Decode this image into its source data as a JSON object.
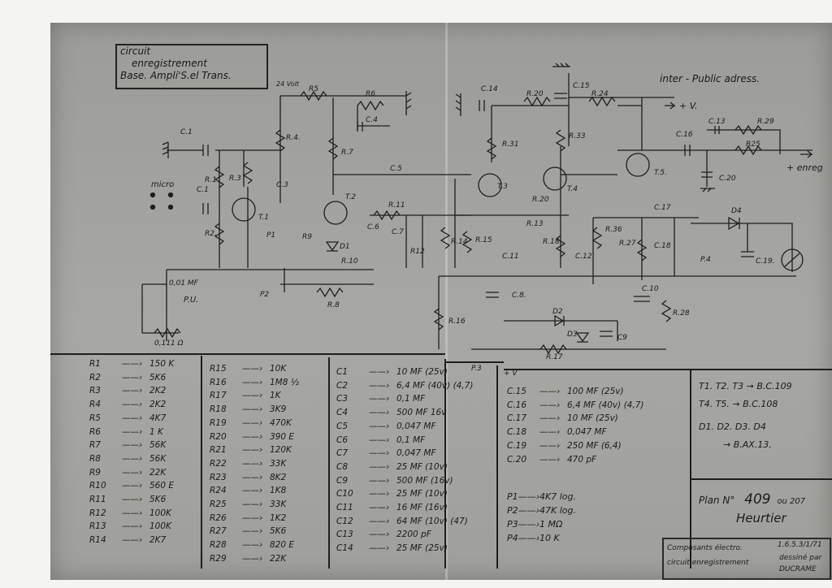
{
  "title": {
    "line1": "circuit",
    "line2": "enregistrement",
    "line3": "Base. Ampli'S.el Trans."
  },
  "annotations": {
    "inter": "inter - Public adress.",
    "plus_v": "+ V.",
    "enreg": "+ enreg",
    "micro": "micro",
    "pu": "P.U.",
    "cap_001": "0,01 MF",
    "res_111": "0,111 Ω",
    "plus_v_bottom": "+ V",
    "volt_24": "24 Volt"
  },
  "components": {
    "resistors": [
      "R1",
      "R2",
      "R3",
      "R4",
      "R5",
      "R6",
      "R7",
      "R8",
      "R9",
      "R10",
      "R11",
      "R12",
      "R13",
      "R14",
      "R15",
      "R16",
      "R17",
      "R18",
      "R19",
      "R20",
      "R21",
      "R22",
      "R23",
      "R24",
      "R25",
      "R26",
      "R27",
      "R28",
      "R29"
    ],
    "capacitors": [
      "C.1",
      "C.2",
      "C.3",
      "C.4",
      "C.5",
      "C.6",
      "C.7",
      "C.8",
      "C9",
      "C.10",
      "C.11",
      "C.12",
      "C.13",
      "C.14",
      "C.15",
      "C.16",
      "C.17",
      "C.18",
      "C.19",
      "C.20"
    ],
    "transistors": [
      "T.1",
      "T.2",
      "T.3",
      "T.4",
      "T.5"
    ],
    "diodes": [
      "D1",
      "D2",
      "D3",
      "D4"
    ],
    "pots": [
      "P1",
      "P2",
      "P.3",
      "P.4"
    ]
  },
  "resistor_table_1": [
    {
      "ref": "R1",
      "val": "150 K"
    },
    {
      "ref": "R2",
      "val": "5K6"
    },
    {
      "ref": "R3",
      "val": "2K2"
    },
    {
      "ref": "R4",
      "val": "2K2"
    },
    {
      "ref": "R5",
      "val": "4K7"
    },
    {
      "ref": "R6",
      "val": "1 K"
    },
    {
      "ref": "R7",
      "val": "56K"
    },
    {
      "ref": "R8",
      "val": "56K"
    },
    {
      "ref": "R9",
      "val": "22K"
    },
    {
      "ref": "R10",
      "val": "560 E"
    },
    {
      "ref": "R11",
      "val": "5K6"
    },
    {
      "ref": "R12",
      "val": "100K"
    },
    {
      "ref": "R13",
      "val": "100K"
    },
    {
      "ref": "R14",
      "val": "2K7"
    }
  ],
  "resistor_table_2": [
    {
      "ref": "R15",
      "val": "10K"
    },
    {
      "ref": "R16",
      "val": "1M8 ½"
    },
    {
      "ref": "R17",
      "val": "1K"
    },
    {
      "ref": "R18",
      "val": "3K9"
    },
    {
      "ref": "R19",
      "val": "470K"
    },
    {
      "ref": "R20",
      "val": "390 E"
    },
    {
      "ref": "R21",
      "val": "120K"
    },
    {
      "ref": "R22",
      "val": "33K"
    },
    {
      "ref": "R23",
      "val": "8K2"
    },
    {
      "ref": "R24",
      "val": "1K8"
    },
    {
      "ref": "R25",
      "val": "33K"
    },
    {
      "ref": "R26",
      "val": "1K2"
    },
    {
      "ref": "R27",
      "val": "5K6"
    },
    {
      "ref": "R28",
      "val": "820 E"
    },
    {
      "ref": "R29",
      "val": "22K"
    }
  ],
  "capacitor_table_1": [
    {
      "ref": "C1",
      "val": "10 MF (25v)"
    },
    {
      "ref": "C2",
      "val": "6,4 MF (40v) (4,7)"
    },
    {
      "ref": "C3",
      "val": "0,1 MF"
    },
    {
      "ref": "C4",
      "val": "500 MF 16v"
    },
    {
      "ref": "C5",
      "val": "0,047 MF"
    },
    {
      "ref": "C6",
      "val": "0,1 MF"
    },
    {
      "ref": "C7",
      "val": "0,047 MF"
    },
    {
      "ref": "C8",
      "val": "25 MF (10v)"
    },
    {
      "ref": "C9",
      "val": "500 MF (16v)"
    },
    {
      "ref": "C10",
      "val": "25 MF (10v)"
    },
    {
      "ref": "C11",
      "val": "16 MF (16v)"
    },
    {
      "ref": "C12",
      "val": "64 MF (10v) (47)"
    },
    {
      "ref": "C13",
      "val": "2200 pF"
    },
    {
      "ref": "C14",
      "val": "25 MF (25v)"
    }
  ],
  "capacitor_table_2": [
    {
      "ref": "C.15",
      "val": "100 MF (25v)"
    },
    {
      "ref": "C.16",
      "val": "6,4 MF (40v) (4,7)"
    },
    {
      "ref": "C.17",
      "val": "10 MF (25v)"
    },
    {
      "ref": "C.18",
      "val": "0,047 MF"
    },
    {
      "ref": "C.19",
      "val": "250 MF (6,4)"
    },
    {
      "ref": "C.20",
      "val": "470 pF"
    }
  ],
  "semiconductors": {
    "line1": "T1. T2. T3 → B.C.109",
    "line2": "T4. T5. → B.C.108",
    "line3": "D1. D2. D3. D4",
    "line4": "→ B.AX.13."
  },
  "pots_table": [
    {
      "ref": "P1",
      "val": "4K7 log."
    },
    {
      "ref": "P2",
      "val": "47K log."
    },
    {
      "ref": "P3",
      "val": "1 MΩ"
    },
    {
      "ref": "P4",
      "val": "10 K"
    }
  ],
  "plan": {
    "label": "Plan N°",
    "number": "409",
    "suffix": "ou 207",
    "name": "Heurtier"
  },
  "footer": {
    "line1": "Composants électro.",
    "line2": "circuit enregistrement",
    "ref": "1.6.5.3/1/71",
    "drawn_by": "dessiné par",
    "author": "DUCRAME"
  }
}
